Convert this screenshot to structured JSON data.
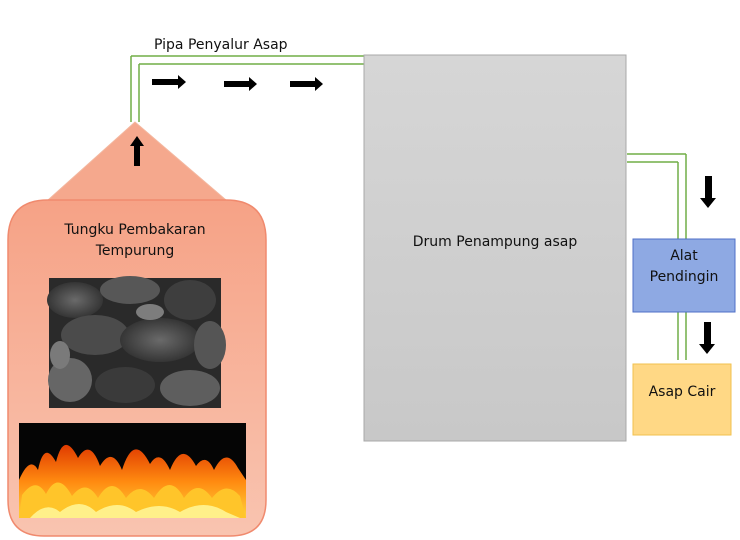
{
  "diagram": {
    "pipe_label": "Pipa Penyalur Asap",
    "furnace_label_line1": "Tungku Pembakaran",
    "furnace_label_line2": "Tempurung",
    "drum_label": "Drum Penampung asap",
    "cooler_label_line1": "Alat",
    "cooler_label_line2": "Pendingin",
    "product_label": "Asap Cair",
    "colors": {
      "furnace_fill": "#f7b39c",
      "furnace_border": "#f08a6e",
      "drum_fill": "#cccccc",
      "pipe_stroke": "#70ad47",
      "cooler_fill": "#8fa9e3",
      "cooler_border": "#4f6fc7",
      "product_fill": "#ffd885",
      "product_border": "#f2c14e",
      "arrow": "#000000"
    },
    "icons": {
      "charcoal": "charcoal-image",
      "fire": "fire-image",
      "arrow": "arrow-icon"
    }
  }
}
